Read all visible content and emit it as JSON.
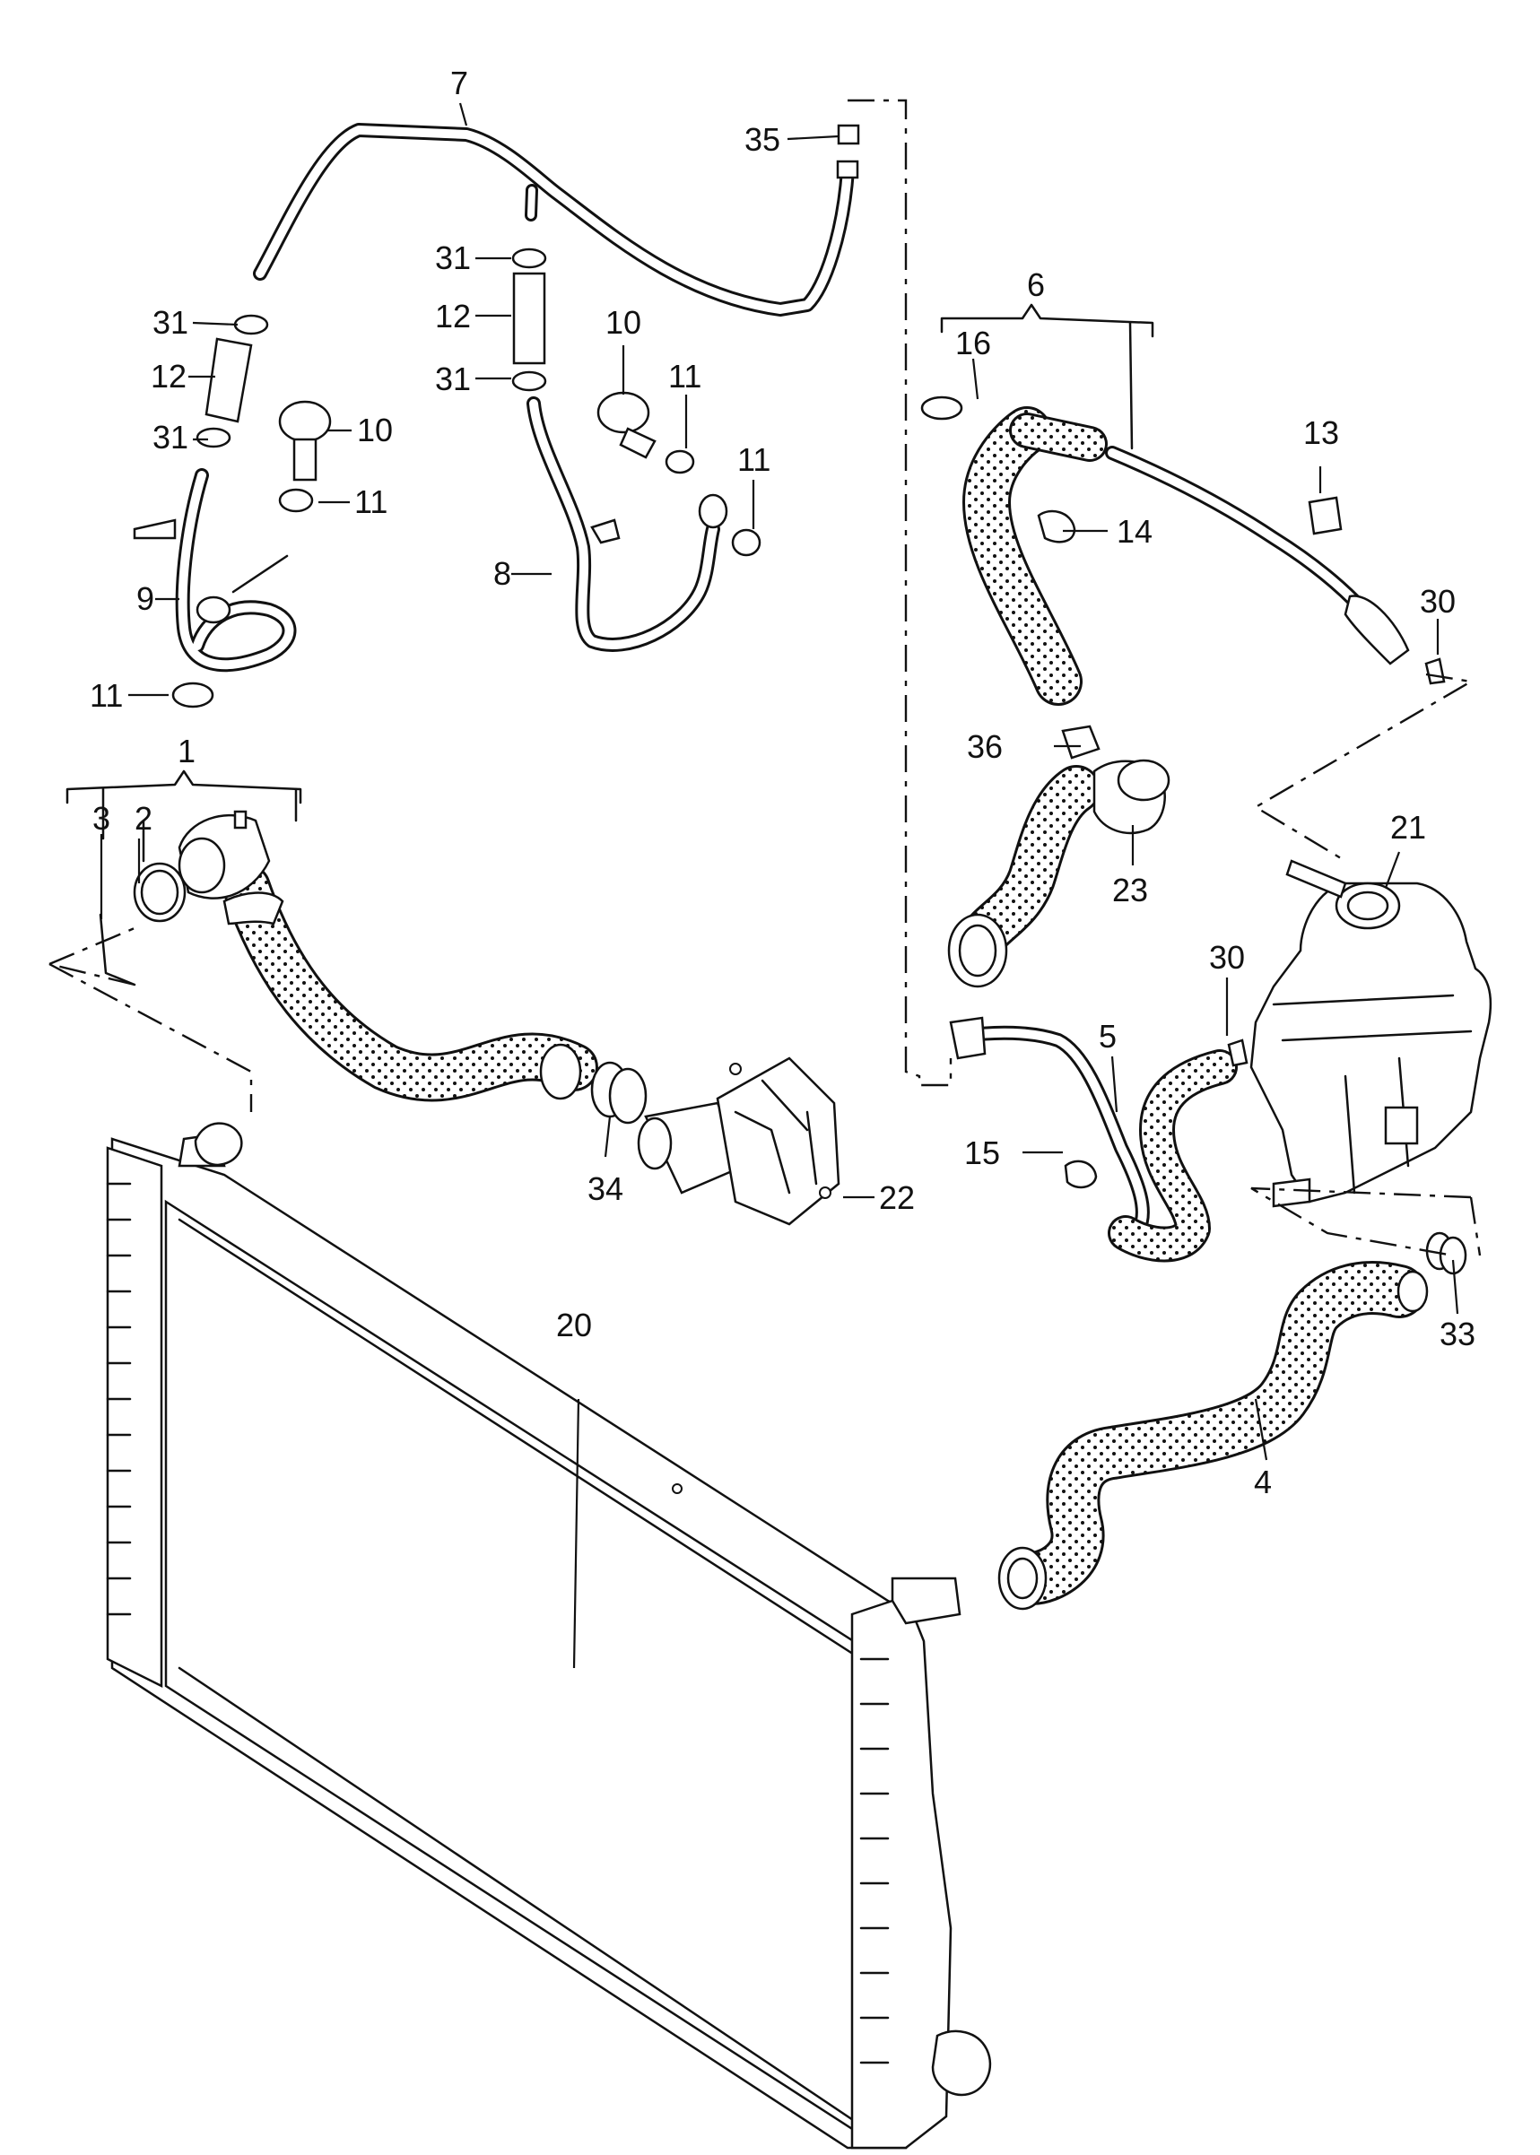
{
  "diagram": {
    "labels": {
      "p1": "1",
      "p2": "2",
      "p3": "3",
      "p4": "4",
      "p5": "5",
      "p6": "6",
      "p7": "7",
      "p8": "8",
      "p9": "9",
      "p10a": "10",
      "p10b": "10",
      "p11a": "11",
      "p11b": "11",
      "p11c": "11",
      "p11d": "11",
      "p12a": "12",
      "p12b": "12",
      "p13": "13",
      "p14": "14",
      "p15": "15",
      "p16": "16",
      "p20": "20",
      "p21": "21",
      "p22": "22",
      "p23": "23",
      "p30a": "30",
      "p30b": "30",
      "p31a": "31",
      "p31b": "31",
      "p31c": "31",
      "p31d": "31",
      "p33": "33",
      "p34": "34",
      "p35": "35",
      "p36": "36"
    }
  }
}
